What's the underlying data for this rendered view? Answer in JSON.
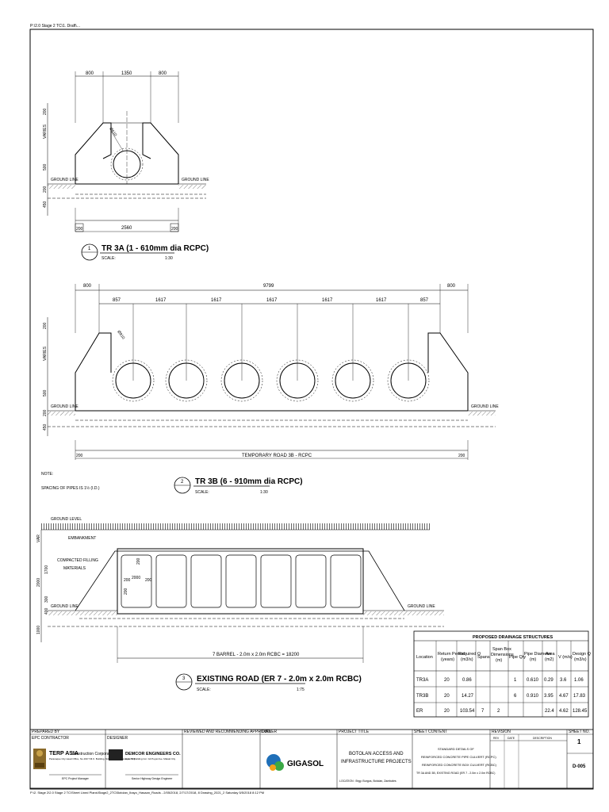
{
  "file_ref": "P:\\2.0 Stage 2 TC\\1. Draft\\...",
  "footer_path": "P:\\2. Stage 2\\2.0 Stage 2 TC\\Sheet Lined Plans\\Stage2_2TC\\Botolan_Ibayo_Hasaan_Roads - 2/05/2018, 2/7/17/2018, 8 Drawing_2021_2 Saturday 5/5/2018 8:12 PM",
  "drawing1": {
    "dims_top": [
      "800",
      "1350",
      "800"
    ],
    "dim_bottom": "2560",
    "dim_end_left": "200",
    "dim_end_right": "200",
    "vert_dims": [
      "200",
      "VARIES",
      "500",
      "200",
      "450"
    ],
    "pipe_label": "Ø610",
    "ground_left": "GROUND LINE",
    "ground_right": "GROUND LINE",
    "number": "1",
    "title": "TR 3A (1 - 610mm dia RCPC)",
    "scale_label": "SCALE:",
    "scale_value": "1:30"
  },
  "drawing2": {
    "dims_top": [
      "800",
      "9799",
      "800"
    ],
    "dims_sub": [
      "857",
      "1617",
      "1617",
      "1617",
      "1617",
      "1617",
      "857"
    ],
    "vert_dims": [
      "200",
      "VARIES",
      "500",
      "200",
      "450"
    ],
    "pipe_label": "Ø910",
    "ground_left": "GROUND LINE",
    "ground_right": "GROUND LINE",
    "road_label": "TEMPORARY ROAD 3B - RCPC",
    "dim_end_left": "200",
    "dim_end_right": "200",
    "number": "2",
    "title": "TR 3B (6 - 910mm dia RCPC)",
    "scale_label": "SCALE:",
    "scale_value": "1:30"
  },
  "note": {
    "heading": "NOTE:",
    "text": "SPACING OF PIPES IS 1½ (I.D.)"
  },
  "drawing3": {
    "ground_level": "GROUND LEVEL",
    "embankment": "EMBANKMENT",
    "fill_label": "COMPACTED FILLING MATERIALS",
    "vert_dims": [
      "VAR",
      "1700",
      "2000",
      "300",
      "400",
      "1000"
    ],
    "box_dims": [
      "200",
      "2000",
      "200",
      "200",
      "200"
    ],
    "ground_left": "GROUND LINE",
    "ground_right": "GROUND LINE",
    "barrel_dim": "7 BARREL - 2.0m x 2.0m RCBC = 18200",
    "number": "3",
    "title": "EXISTING ROAD (ER 7 - 2.0m x 2.0m RCBC)",
    "scale_label": "SCALE:",
    "scale_value": "1:75"
  },
  "table": {
    "title": "PROPOSED DRAINAGE STRUCTURES",
    "headers": [
      "Location",
      "Return Period (years)",
      "Required Q (m3/s)",
      "Spans",
      "Span Box Dimensions (m)",
      "Pipe Qty",
      "Pipe Diameter (m)",
      "Area (m2)",
      "V (m/s)",
      "Design Q (m3/s)"
    ],
    "rows": [
      [
        "TR3A",
        "20",
        "0.86",
        "",
        "",
        "1",
        "0.610",
        "0.29",
        "3.6",
        "1.06"
      ],
      [
        "TR3B",
        "20",
        "14.27",
        "",
        "",
        "6",
        "0.910",
        "3.95",
        "4.67",
        "17.83"
      ],
      [
        "ER",
        "20",
        "103.54",
        "7",
        "2",
        "",
        "",
        "22.4",
        "4.62",
        "128.45"
      ]
    ]
  },
  "title_block": {
    "prepared_by": "PREPARED BY",
    "epc_contractor": "EPC CONTRACTOR",
    "contractor_name": "TERP ASIA",
    "contractor_sub": "Construction Corporation",
    "contractor_address": "Paranaque City Head Office, No.190 T.M.K. Building, NAIA Road, Paranaque City",
    "contractor_role": "EPC Project Manager",
    "designer_label": "DESIGNER",
    "designer_name": "DEMCOR ENGINEERS CO.",
    "designer_address": "Unit 7D Building Cor. Gil Puyat Ave. Makati City",
    "designer_role": "Senior Highway Design Engineer",
    "reviewed_label": "REVIEWED AND RECOMMENDING APPROVAL",
    "owner_label": "OWNER",
    "owner_logo": "GIGASOL",
    "project_title_label": "PROJECT TITLE",
    "project_title": "BOTOLAN ACCESS AND INFRASTRUCTURE PROJECTS",
    "location": "LOCATION : Brgy. Burgos, Botolan, Zambales",
    "sheet_content_label": "SHEET CONTENT",
    "sheet_content": [
      "STANDARD DETAILS OF",
      "REINFORCED CONCRETE PIPE CULVERT (RCPC)",
      "REINFORCED CONCRETE BOX CULVERT (RCBC)",
      "TR 3A AND 3B, EXISTING ROAD (ER 7 - 2.0m x 2.0m RCBC)"
    ],
    "revision_label": "REVISION",
    "rev_cols": [
      "REV",
      "DATE",
      "DESCRIPTION"
    ],
    "sheet_no_label": "SHEET NO.",
    "sheet_no": "1",
    "drawing_no": "D-005"
  }
}
